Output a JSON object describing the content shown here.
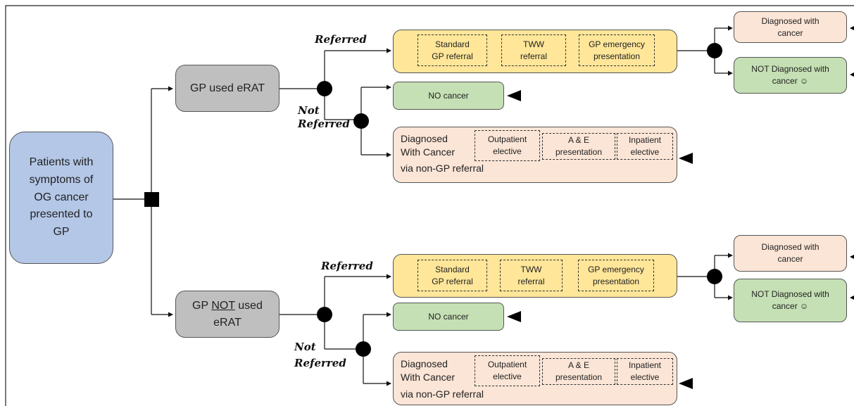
{
  "root": {
    "label": "Patients with\nsymptoms of\nOG cancer\npresented to\nGP"
  },
  "branches": {
    "erat": {
      "gp_label": {
        "pre": "GP used eRAT",
        "under": "",
        "post": ""
      },
      "referred_label": "Referred",
      "not_referred_label": "Not\nReferred",
      "referral_types": [
        "Standard\nGP referral",
        "TWW\nreferral",
        "GP emergency\npresentation"
      ],
      "no_cancer": "NO cancer",
      "diagnosed_non_gp": {
        "line1": "Diagnosed",
        "line2": "With Cancer",
        "line3": "via non-GP referral",
        "routes": [
          "Outpatient\nelective",
          "A & E\npresentation",
          "Inpatient\nelective"
        ]
      },
      "outcomes": {
        "positive": "Diagnosed with\ncancer",
        "negative": "NOT Diagnosed with\ncancer ☺"
      }
    },
    "no_erat": {
      "gp_label": {
        "pre": "GP ",
        "under": "NOT",
        "post": " used\neRAT"
      },
      "referred_label": "Referred",
      "not_referred_label": "Not\nReferred",
      "referral_types": [
        "Standard\nGP referral",
        "TWW\nreferral",
        "GP emergency\npresentation"
      ],
      "no_cancer": "NO cancer",
      "diagnosed_non_gp": {
        "line1": "Diagnosed",
        "line2": "With Cancer",
        "line3": "via non-GP referral",
        "routes": [
          "Outpatient\nelective",
          "A & E\npresentation",
          "Inpatient\nelective"
        ]
      },
      "outcomes": {
        "positive": "Diagnosed with\ncancer",
        "negative": "NOT Diagnosed with\ncancer ☺"
      }
    }
  }
}
